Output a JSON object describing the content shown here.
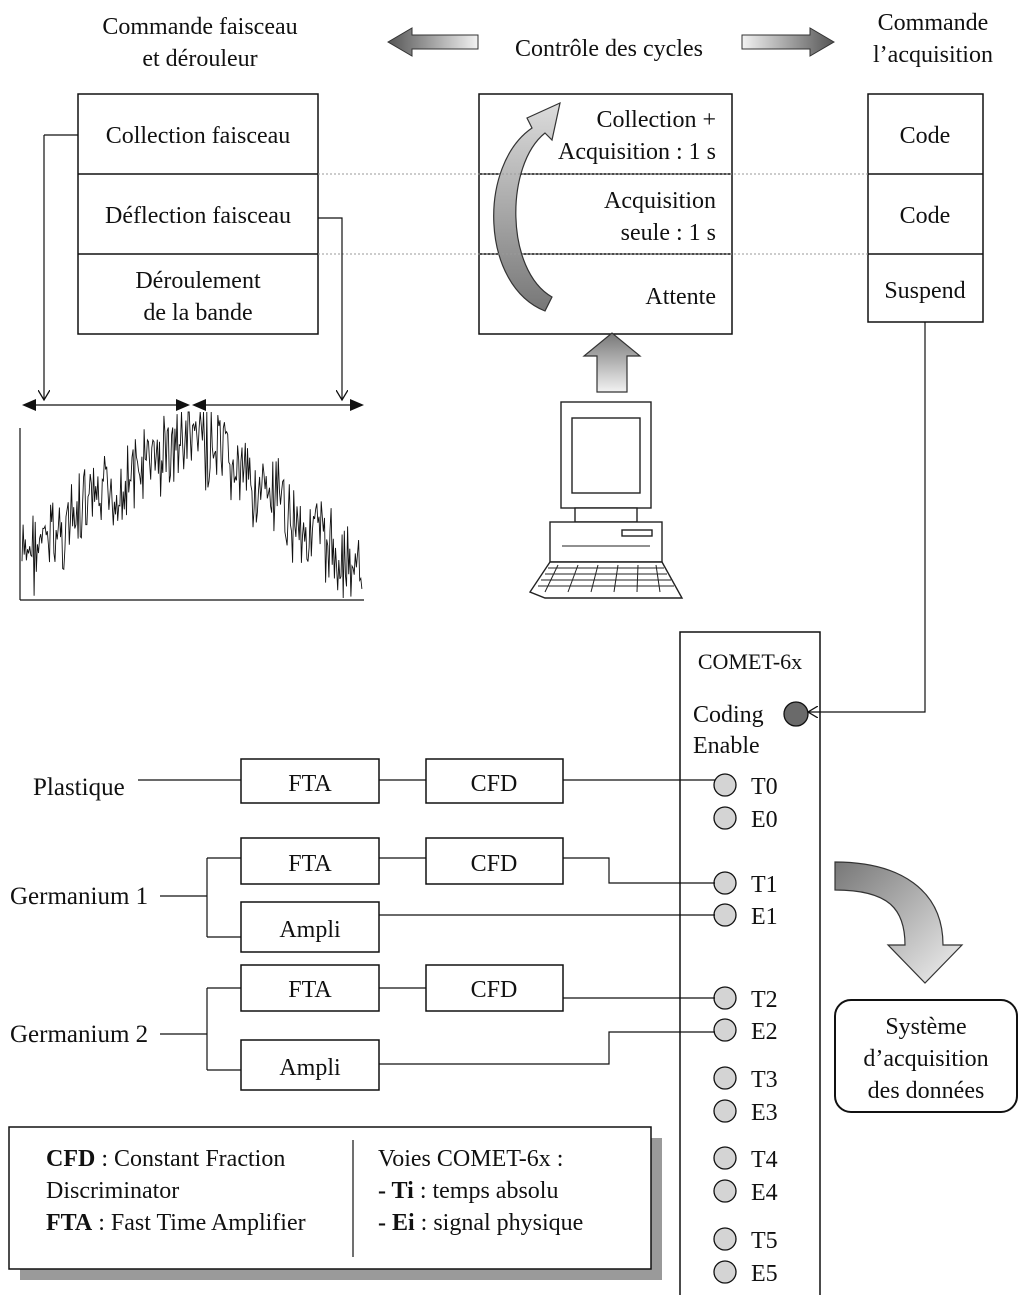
{
  "headers": {
    "left_line1": "Commande faisceau",
    "left_line2": "et dérouleur",
    "center": "Contrôle des cycles",
    "right_line1": "Commande",
    "right_line2": "l’acquisition"
  },
  "left_box": {
    "row1": "Collection faisceau",
    "row2": "Déflection faisceau",
    "row3_line1": "Déroulement",
    "row3_line2": "de la bande"
  },
  "center_box": {
    "row1_line1": "Collection +",
    "row1_line2": "Acquisition : 1 s",
    "row2_line1": "Acquisition",
    "row2_line2": "seule  : 1 s",
    "row3": "Attente"
  },
  "right_box": {
    "row1": "Code",
    "row2": "Code",
    "row3": "Suspend"
  },
  "comet": {
    "title": "COMET-6x",
    "coding_line1": "Coding",
    "coding_line2": "Enable",
    "ports": [
      "T0",
      "E0",
      "T1",
      "E1",
      "T2",
      "E2",
      "T3",
      "E3",
      "T4",
      "E4",
      "T5",
      "E5"
    ]
  },
  "detectors": {
    "plastique": "Plastique",
    "germanium1": "Germanium 1",
    "germanium2": "Germanium 2"
  },
  "modules": {
    "fta": "FTA",
    "cfd": "CFD",
    "ampli": "Ampli"
  },
  "acquisition_box": {
    "line1": "Système",
    "line2": "d’acquisition",
    "line3": "des données"
  },
  "legend": {
    "left_l1_bold": "CFD",
    "left_l1_rest": " : Constant Fraction",
    "left_l2": "Discriminator",
    "left_l3_bold": "FTA",
    "left_l3_rest": " : Fast Time Amplifier",
    "right_l1": "Voies COMET-6x :",
    "right_l2_bold": "- Ti",
    "right_l2_rest": " : temps absolu",
    "right_l3_bold": "- Ei",
    "right_l3_rest": " : signal physique"
  },
  "colors": {
    "line": "#111111",
    "port_fill": "#d4d4d4",
    "coding_fill": "#6a6a6a",
    "shadow": "#9a9a9a",
    "dotted": "#9a9a9a"
  }
}
